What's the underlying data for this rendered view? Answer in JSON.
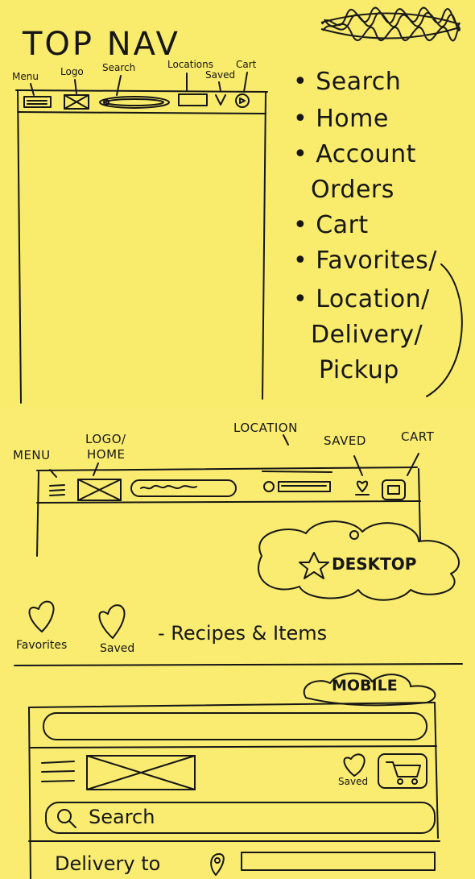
{
  "note1": {
    "title": "TOP NAV",
    "labels": {
      "menu": "Menu",
      "logo": "Logo",
      "search": "Search",
      "locations": "Locations",
      "saved": "Saved",
      "cart": "Cart"
    },
    "bullets": [
      "Search",
      "Home",
      "Account",
      "Orders",
      "Cart",
      "Favorites/",
      "Location/",
      "Delivery/",
      "Pickup"
    ]
  },
  "note2": {
    "labels": {
      "menu": "MENU",
      "logo_home_1": "LOGO/",
      "logo_home_2": "HOME",
      "location": "LOCATION",
      "saved": "SAVED",
      "cart": "CART"
    },
    "desktop_cloud": "DESKTOP",
    "favorites_label": "Favorites",
    "saved_label": "Saved",
    "recipes_items": "- Recipes & Items",
    "mobile_cloud": "MOBILE",
    "mobile_saved": "Saved",
    "mobile_search": "Search",
    "delivery_to": "Delivery to"
  }
}
